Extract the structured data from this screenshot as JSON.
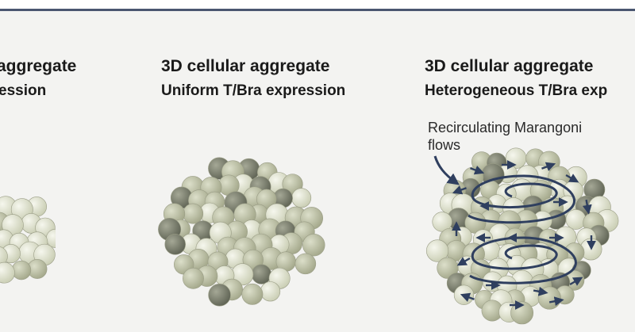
{
  "panels": [
    {
      "title": "aggregate",
      "subtitle": "ession"
    },
    {
      "title": "3D cellular aggregate",
      "subtitle": "Uniform T/Bra expression"
    },
    {
      "title": "3D cellular aggregate",
      "subtitle": "Heterogeneous T/Bra exp"
    }
  ],
  "annotation": {
    "line1": "Recirculating Marangoni",
    "line2": "flows"
  },
  "colors": {
    "light_cell": "#d9dcc8",
    "medium_cell": "#bcc0a4",
    "dark_cell": "#7e8270",
    "arrow": "#2f3f5f",
    "header_bar": "#4a5670"
  }
}
